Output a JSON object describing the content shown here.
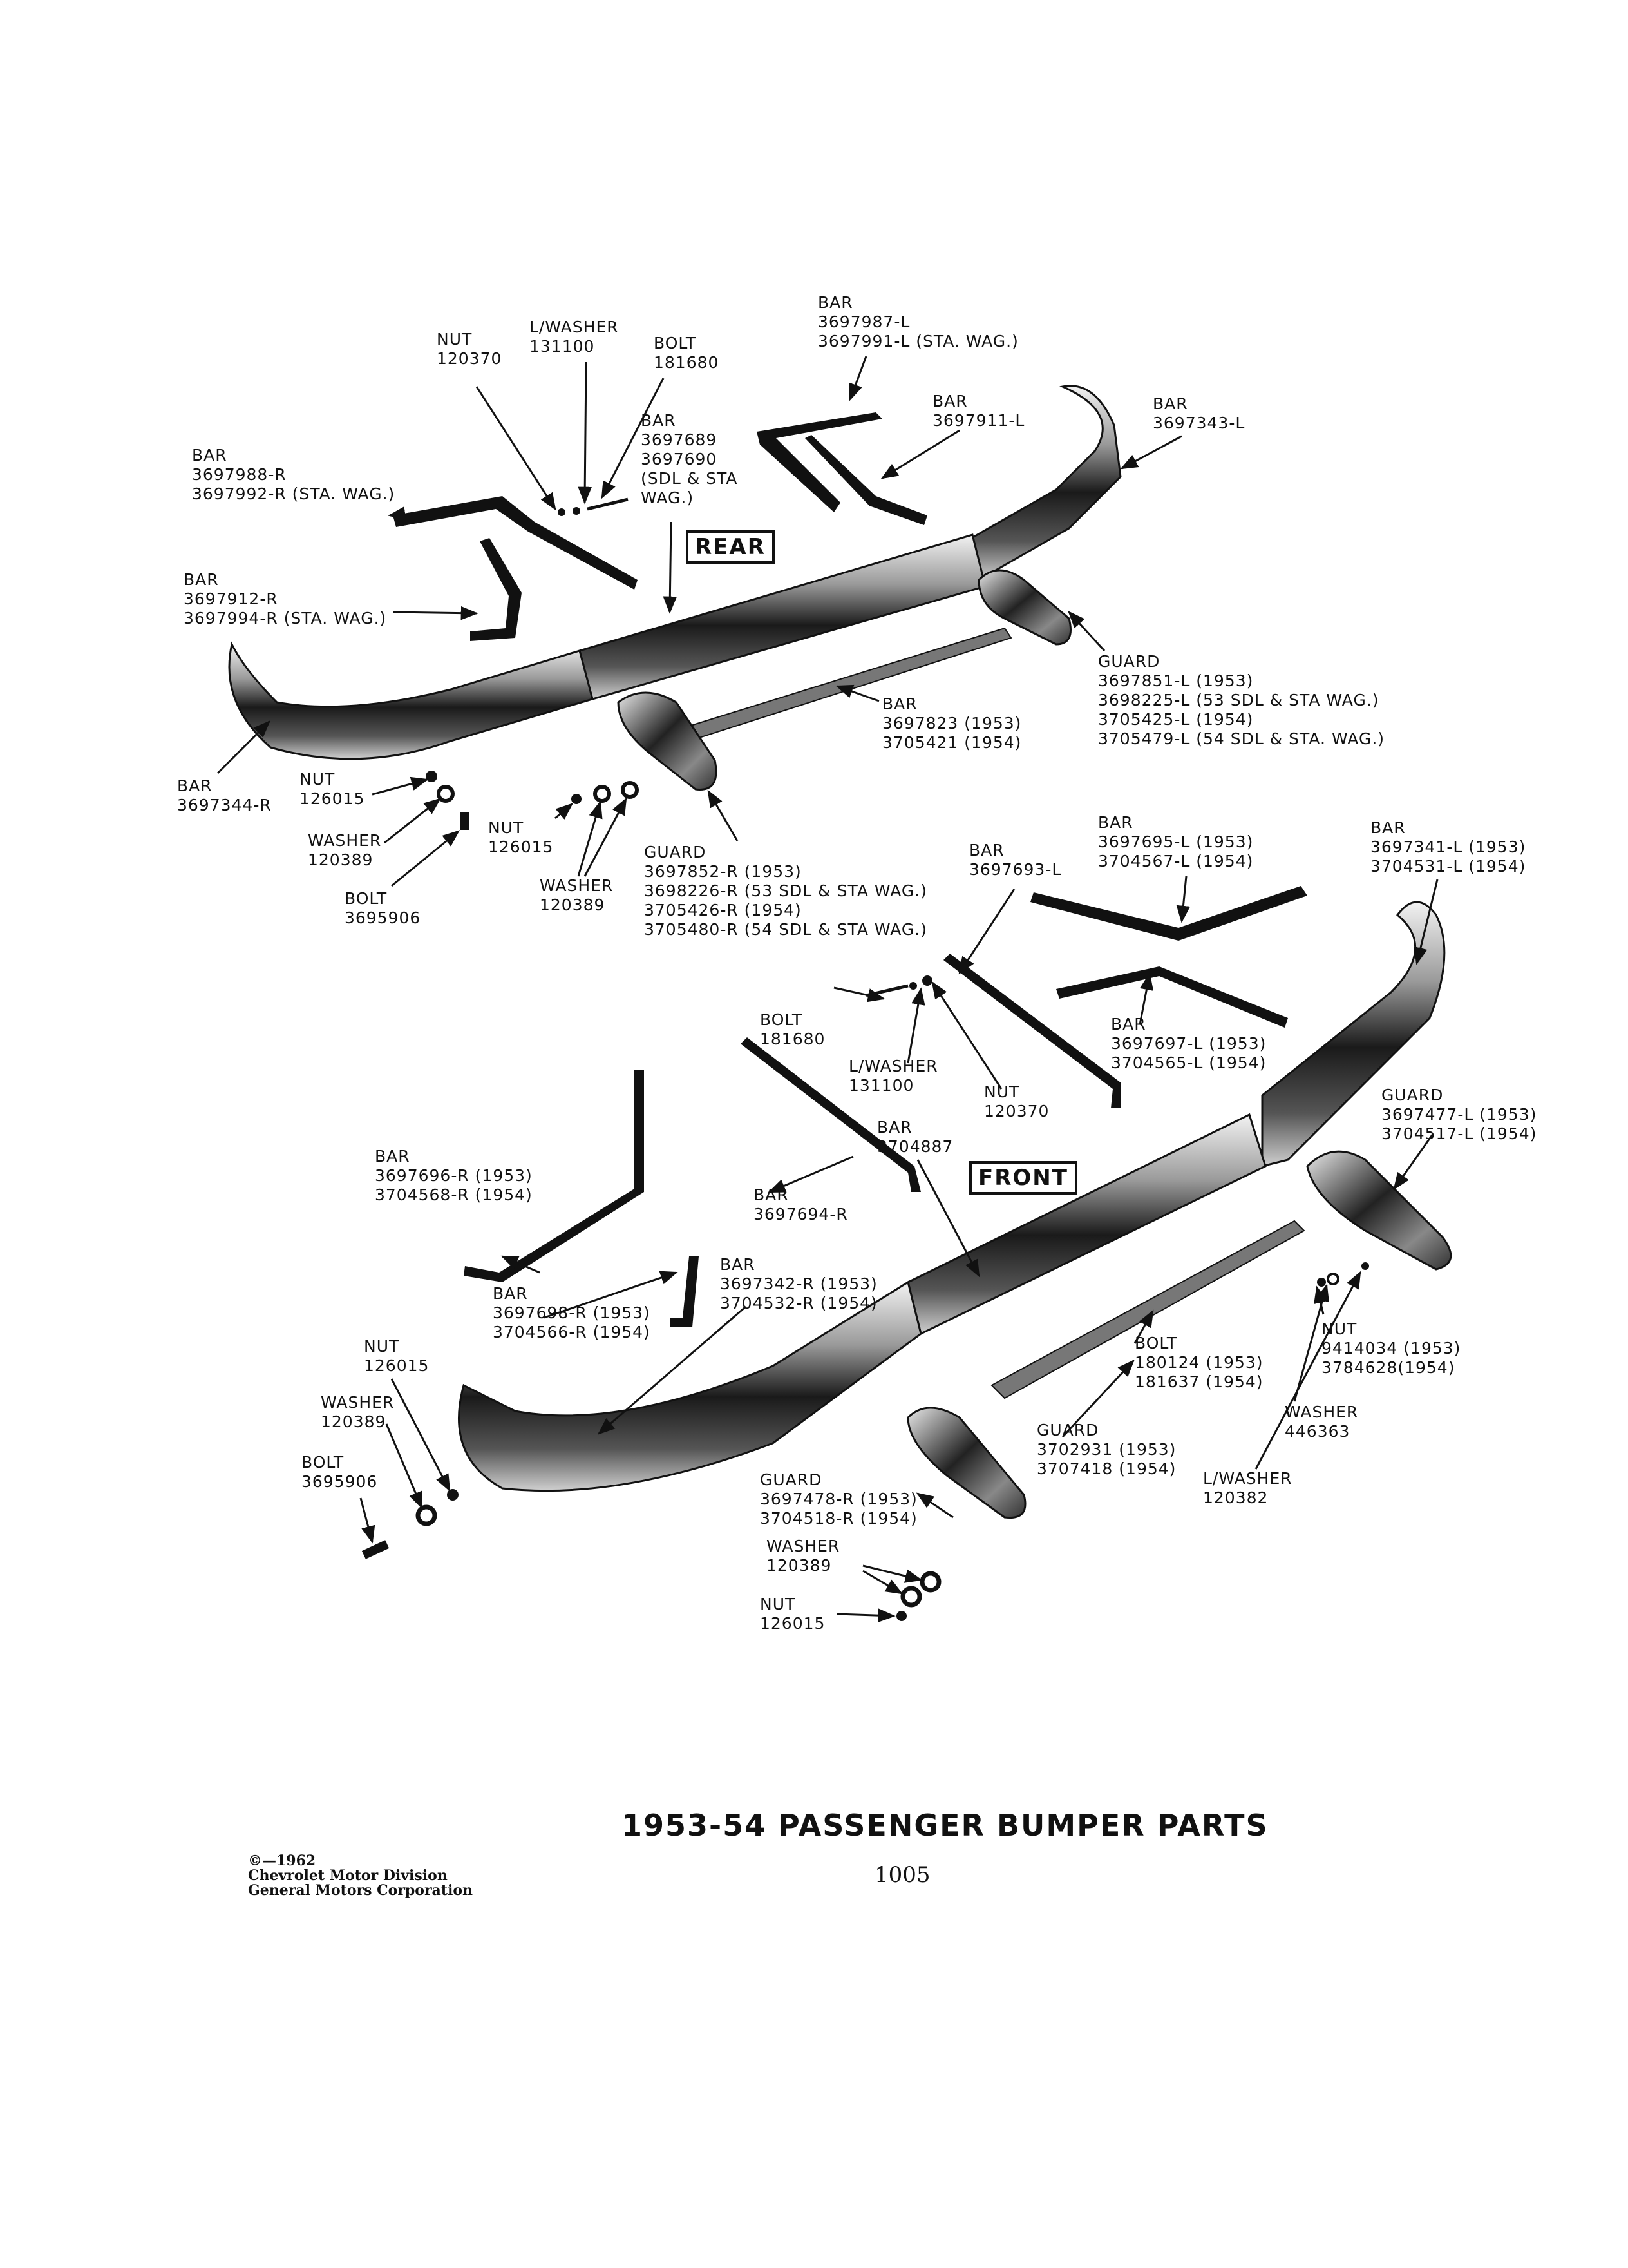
{
  "title": "1953-54 PASSENGER BUMPER PARTS",
  "page_number": "1005",
  "copyright": [
    "©—1962",
    "Chevrolet Motor Division",
    "General Motors Corporation"
  ],
  "views": {
    "rear": "REAR",
    "front": "FRONT"
  },
  "rear_labels": [
    {
      "id": "r-nut-120370",
      "lines": [
        "NUT",
        "120370"
      ]
    },
    {
      "id": "r-lwasher-131100",
      "lines": [
        "L/WASHER",
        "131100"
      ]
    },
    {
      "id": "r-bolt-181680",
      "lines": [
        "BOLT",
        "181680"
      ]
    },
    {
      "id": "r-bar-3697987",
      "lines": [
        "BAR",
        "3697987-L",
        "3697991-L (STA. WAG.)"
      ]
    },
    {
      "id": "r-bar-3697911",
      "lines": [
        "BAR",
        "3697911-L"
      ]
    },
    {
      "id": "r-bar-3697343",
      "lines": [
        "BAR",
        "3697343-L"
      ]
    },
    {
      "id": "r-bar-3697689",
      "lines": [
        "BAR",
        "3697689",
        "3697690",
        "(SDL & STA",
        "WAG.)"
      ]
    },
    {
      "id": "r-bar-3697988",
      "lines": [
        "BAR",
        "3697988-R",
        "3697992-R (STA. WAG.)"
      ]
    },
    {
      "id": "r-bar-3697912",
      "lines": [
        "BAR",
        "3697912-R",
        "3697994-R (STA. WAG.)"
      ]
    },
    {
      "id": "r-guard-3697851",
      "lines": [
        "GUARD",
        "3697851-L (1953)",
        "3698225-L (53 SDL & STA WAG.)",
        "3705425-L (1954)",
        "3705479-L (54 SDL & STA. WAG.)"
      ]
    },
    {
      "id": "r-bar-3697823",
      "lines": [
        "BAR",
        "3697823 (1953)",
        "3705421 (1954)"
      ]
    },
    {
      "id": "r-bar-3697344",
      "lines": [
        "BAR",
        "3697344-R"
      ]
    },
    {
      "id": "r-nut-126015",
      "lines": [
        "NUT",
        "126015"
      ]
    },
    {
      "id": "r-washer-120389",
      "lines": [
        "WASHER",
        "120389"
      ]
    },
    {
      "id": "r-bolt-3695906",
      "lines": [
        "BOLT",
        "3695906"
      ]
    },
    {
      "id": "r-nut-126015-b",
      "lines": [
        "NUT",
        "126015"
      ]
    },
    {
      "id": "r-washer-120389-b",
      "lines": [
        "WASHER",
        "120389"
      ]
    },
    {
      "id": "r-guard-3697852",
      "lines": [
        "GUARD",
        "3697852-R (1953)",
        "3698226-R (53 SDL & STA WAG.)",
        "3705426-R (1954)",
        "3705480-R (54 SDL & STA WAG.)"
      ]
    }
  ],
  "front_labels": [
    {
      "id": "f-bar-3697693",
      "lines": [
        "BAR",
        "3697693-L"
      ]
    },
    {
      "id": "f-bar-3697695",
      "lines": [
        "BAR",
        "3697695-L (1953)",
        "3704567-L (1954)"
      ]
    },
    {
      "id": "f-bar-3697341",
      "lines": [
        "BAR",
        "3697341-L (1953)",
        "3704531-L (1954)"
      ]
    },
    {
      "id": "f-bolt-181680",
      "lines": [
        "BOLT",
        "181680"
      ]
    },
    {
      "id": "f-lwasher-131100",
      "lines": [
        "L/WASHER",
        "131100"
      ]
    },
    {
      "id": "f-nut-120370",
      "lines": [
        "NUT",
        "120370"
      ]
    },
    {
      "id": "f-bar-3697697",
      "lines": [
        "BAR",
        "3697697-L (1953)",
        "3704565-L (1954)"
      ]
    },
    {
      "id": "f-guard-3697477",
      "lines": [
        "GUARD",
        "3697477-L (1953)",
        "3704517-L (1954)"
      ]
    },
    {
      "id": "f-bar-3704887",
      "lines": [
        "BAR",
        "3704887"
      ]
    },
    {
      "id": "f-bar-3697696",
      "lines": [
        "BAR",
        "3697696-R (1953)",
        "3704568-R (1954)"
      ]
    },
    {
      "id": "f-bar-3697694",
      "lines": [
        "BAR",
        "3697694-R"
      ]
    },
    {
      "id": "f-bar-3697342",
      "lines": [
        "BAR",
        "3697342-R (1953)",
        "3704532-R (1954)"
      ]
    },
    {
      "id": "f-bar-3697698",
      "lines": [
        "BAR",
        "3697698-R (1953)",
        "3704566-R (1954)"
      ]
    },
    {
      "id": "f-nut-126015",
      "lines": [
        "NUT",
        "126015"
      ]
    },
    {
      "id": "f-washer-120389",
      "lines": [
        "WASHER",
        "120389"
      ]
    },
    {
      "id": "f-bolt-3695906",
      "lines": [
        "BOLT",
        "3695906"
      ]
    },
    {
      "id": "f-bolt-180124",
      "lines": [
        "BOLT",
        "180124 (1953)",
        "181637 (1954)"
      ]
    },
    {
      "id": "f-nut-9414034",
      "lines": [
        "NUT",
        "9414034 (1953)",
        "3784628(1954)"
      ]
    },
    {
      "id": "f-washer-446363",
      "lines": [
        "WASHER",
        "446363"
      ]
    },
    {
      "id": "f-guard-3702931",
      "lines": [
        "GUARD",
        "3702931 (1953)",
        "3707418 (1954)"
      ]
    },
    {
      "id": "f-lwasher-120382",
      "lines": [
        "L/WASHER",
        "120382"
      ]
    },
    {
      "id": "f-guard-3697478",
      "lines": [
        "GUARD",
        "3697478-R (1953)",
        "3704518-R (1954)"
      ]
    },
    {
      "id": "f-washer-120389-b",
      "lines": [
        "WASHER",
        "120389"
      ]
    },
    {
      "id": "f-nut-126015-b",
      "lines": [
        "NUT",
        "126015"
      ]
    }
  ]
}
